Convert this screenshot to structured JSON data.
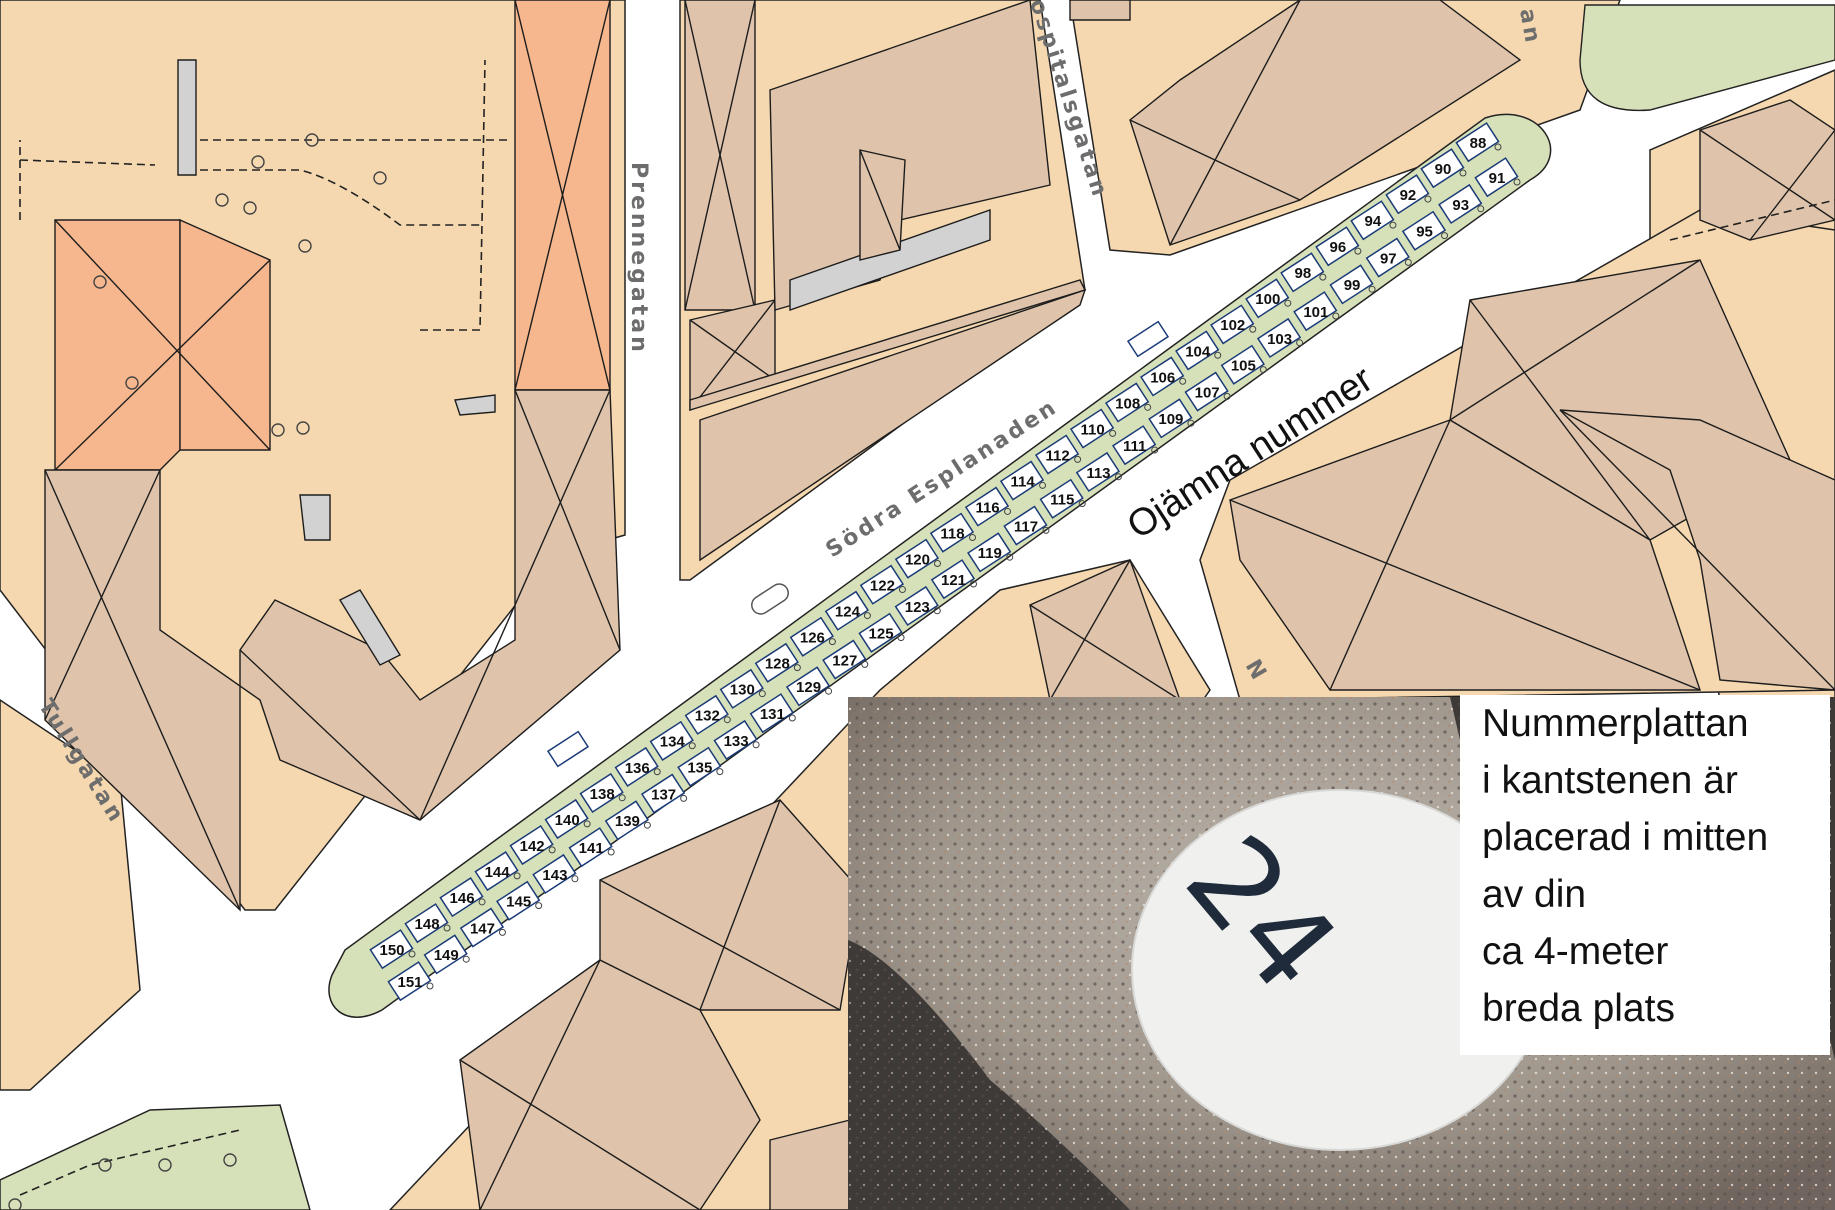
{
  "streets": {
    "prennegatan": "Prennegatan",
    "sodra_esplanaden": "Södra Esplanaden",
    "hospitalsgatan": "ospitalsgatan",
    "tullgatan": "Tullgatan",
    "top_right_fragment": "an",
    "n_fragment": "N"
  },
  "odd_numbers_label": "Ojämna nummer",
  "plate_number": "24",
  "info_text": [
    "Nummerplattan",
    "i kantstenen är",
    "placerad i mitten",
    "av din",
    "ca 4-meter",
    "breda plats"
  ],
  "colors": {
    "block_fill": "#f5d8b0",
    "building_fill": "#dfc4ab",
    "historic_building_fill": "#f6b78e",
    "green_strip": "#d6e1b9",
    "street": "#ffffff",
    "plot_border": "#1b3b78"
  },
  "plots_even": [
    "88",
    "90",
    "92",
    "94",
    "96",
    "98",
    "100",
    "102",
    "104",
    "106",
    "108",
    "110",
    "112",
    "114",
    "116",
    "118",
    "120",
    "122",
    "124",
    "126",
    "128",
    "130",
    "132",
    "134",
    "136",
    "138",
    "140",
    "142",
    "144",
    "146",
    "148",
    "150"
  ],
  "plots_odd": [
    "91",
    "93",
    "95",
    "97",
    "99",
    "101",
    "103",
    "105",
    "107",
    "109",
    "111",
    "113",
    "115",
    "117",
    "119",
    "121",
    "123",
    "125",
    "127",
    "129",
    "131",
    "133",
    "135",
    "137",
    "139",
    "141",
    "143",
    "145",
    "147",
    "149",
    "151"
  ]
}
